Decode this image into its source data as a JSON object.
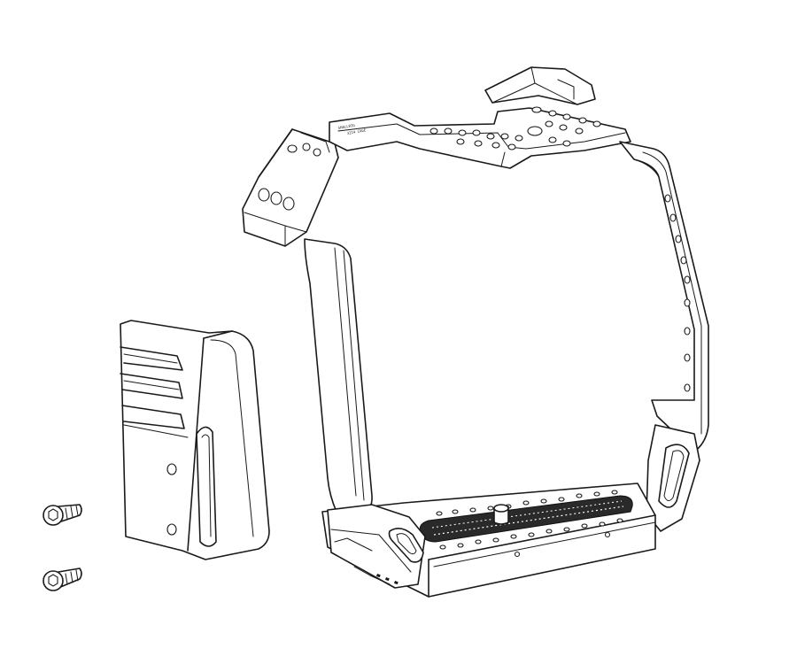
{
  "figure": {
    "parts": [
      {
        "id": "cage-frame",
        "icon": "camera-cage-frame-icon"
      },
      {
        "id": "side-plate",
        "icon": "side-plate-icon"
      },
      {
        "id": "screw-1",
        "icon": "hex-socket-screw-icon"
      },
      {
        "id": "screw-2",
        "icon": "hex-socket-screw-icon"
      }
    ],
    "colors": {
      "line": "#1a1a1a",
      "background": "#ffffff",
      "grip": "#2a2a2a"
    }
  }
}
